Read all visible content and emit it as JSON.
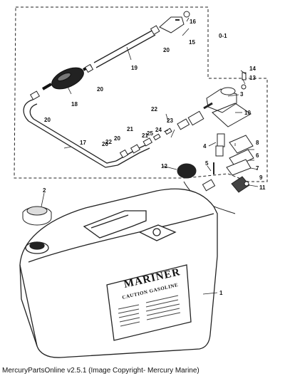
{
  "diagram": {
    "callouts": {
      "c1": "1",
      "c2": "2",
      "c3": "3",
      "c4": "4",
      "c5": "5",
      "c6": "6",
      "c7": "7",
      "c8": "8",
      "c9": "9",
      "c10": "10",
      "c11": "11",
      "c12": "12",
      "c13": "13",
      "c14": "14",
      "c15": "15",
      "c16": "16",
      "c17": "17",
      "c18": "18",
      "c19a": "19",
      "c20a": "20",
      "c20b": "20",
      "c20c": "20",
      "c20d": "20",
      "c20e": "20",
      "c21a": "21",
      "c21b": "21",
      "c22a": "22",
      "c22b": "22",
      "c23": "23",
      "c24": "24",
      "c25": "25",
      "c01": "0-1"
    },
    "tank_label": {
      "brand": "MARINER",
      "caution": "CAUTION GASOLINE"
    }
  },
  "caption": "MercuryPartsOnline v2.5.1 (Image Copyright- Mercury Marine)"
}
